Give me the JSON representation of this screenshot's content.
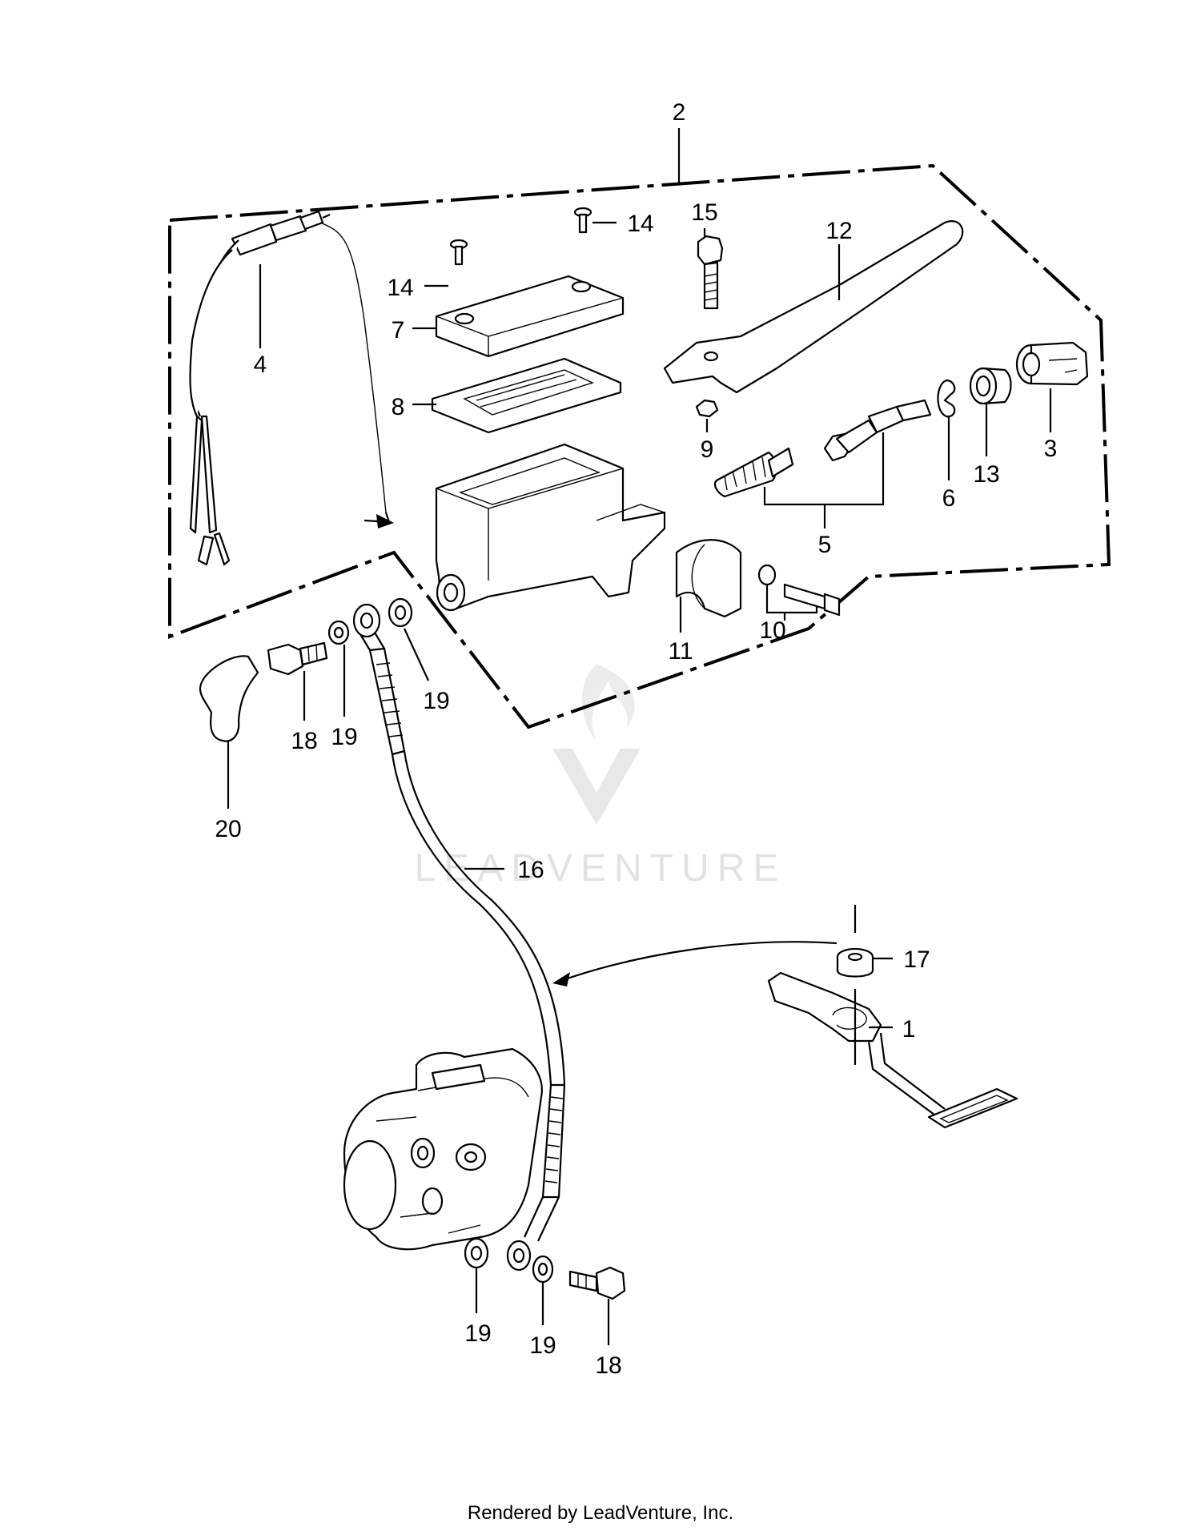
{
  "watermark": "LEADVENTURE",
  "footer": "Rendered by LeadVenture, Inc.",
  "callouts": {
    "c1": "1",
    "c2": "2",
    "c3": "3",
    "c4": "4",
    "c5": "5",
    "c6": "6",
    "c7": "7",
    "c8": "8",
    "c9": "9",
    "c10": "10",
    "c11": "11",
    "c12": "12",
    "c13": "13",
    "c14a": "14",
    "c14b": "14",
    "c15": "15",
    "c16": "16",
    "c17": "17",
    "c18a": "18",
    "c18b": "18",
    "c19a": "19",
    "c19b": "19",
    "c19c": "19",
    "c19d": "19",
    "c20": "20"
  }
}
